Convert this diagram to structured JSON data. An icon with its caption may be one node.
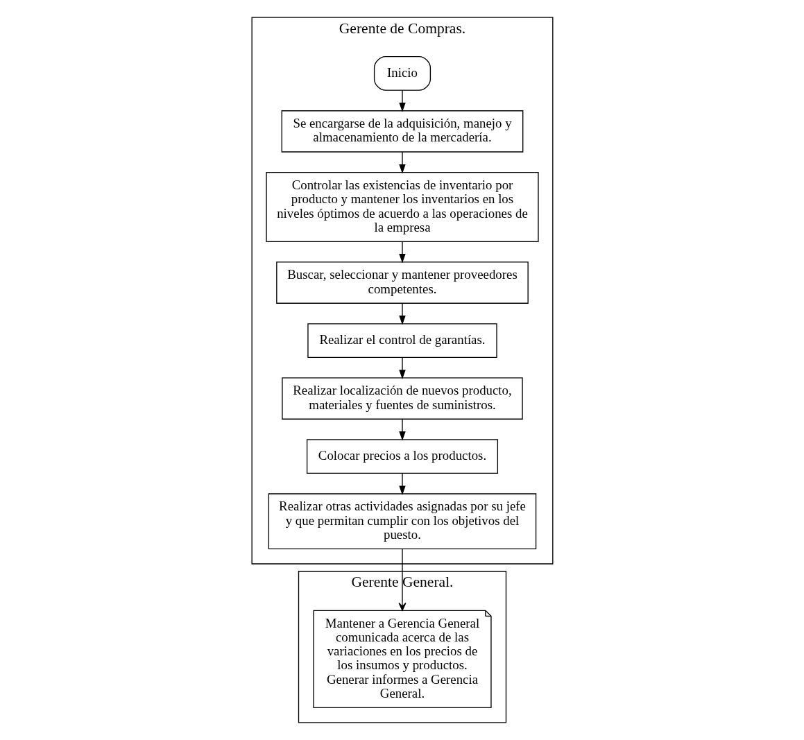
{
  "diagram": {
    "nodes": [
      {
        "text": [
          "Gerente de Compras."
        ]
      },
      {
        "text": [
          "Inicio"
        ],
        "in": 0
      },
      {
        "text": [
          "Se encargarse de la adquisición, manejo y almacenamiento de la mercadería."
        ],
        "in": 0
      },
      {
        "text": [
          "Controlar las existencias de inventario por producto y mantener los inventarios en los niveles óptimos de acuerdo a las operaciones de la empresa"
        ],
        "in": 0
      },
      {
        "text": [
          "Buscar, seleccionar y mantener proveedores competentes."
        ],
        "in": 0
      },
      {
        "text": [
          "Realizar el control de garantías."
        ],
        "in": 0
      },
      {
        "text": [
          "Realizar localización de nuevos producto, materiales y fuentes de suministros."
        ],
        "in": 0
      },
      {
        "text": [
          "Colocar precios a los productos."
        ],
        "in": 0
      },
      {
        "text": [
          "Realizar otras actividades asignadas por su jefe y que permitan cumplir con los objetivos del puesto."
        ],
        "in": 0
      },
      {
        "text": [
          "Gerente General."
        ]
      },
      {
        "text": [
          "Mantener a Gerencia General comunicada acerca de las variaciones en los precios de los insumos y productos. Generar informes a Gerencia General."
        ],
        "in": 9
      }
    ],
    "edges": [
      {
        "from": 1,
        "to": 2,
        "arrow": "to"
      },
      {
        "from": 2,
        "to": 3,
        "arrow": "to"
      },
      {
        "from": 3,
        "to": 4,
        "arrow": "to"
      },
      {
        "from": 4,
        "to": 5,
        "arrow": "to"
      },
      {
        "from": 5,
        "to": 6,
        "arrow": "to"
      },
      {
        "from": 6,
        "to": 7,
        "arrow": "to"
      },
      {
        "from": 7,
        "to": 8,
        "arrow": "to"
      },
      {
        "from": 8,
        "to": 10,
        "arrow": "to"
      }
    ]
  }
}
